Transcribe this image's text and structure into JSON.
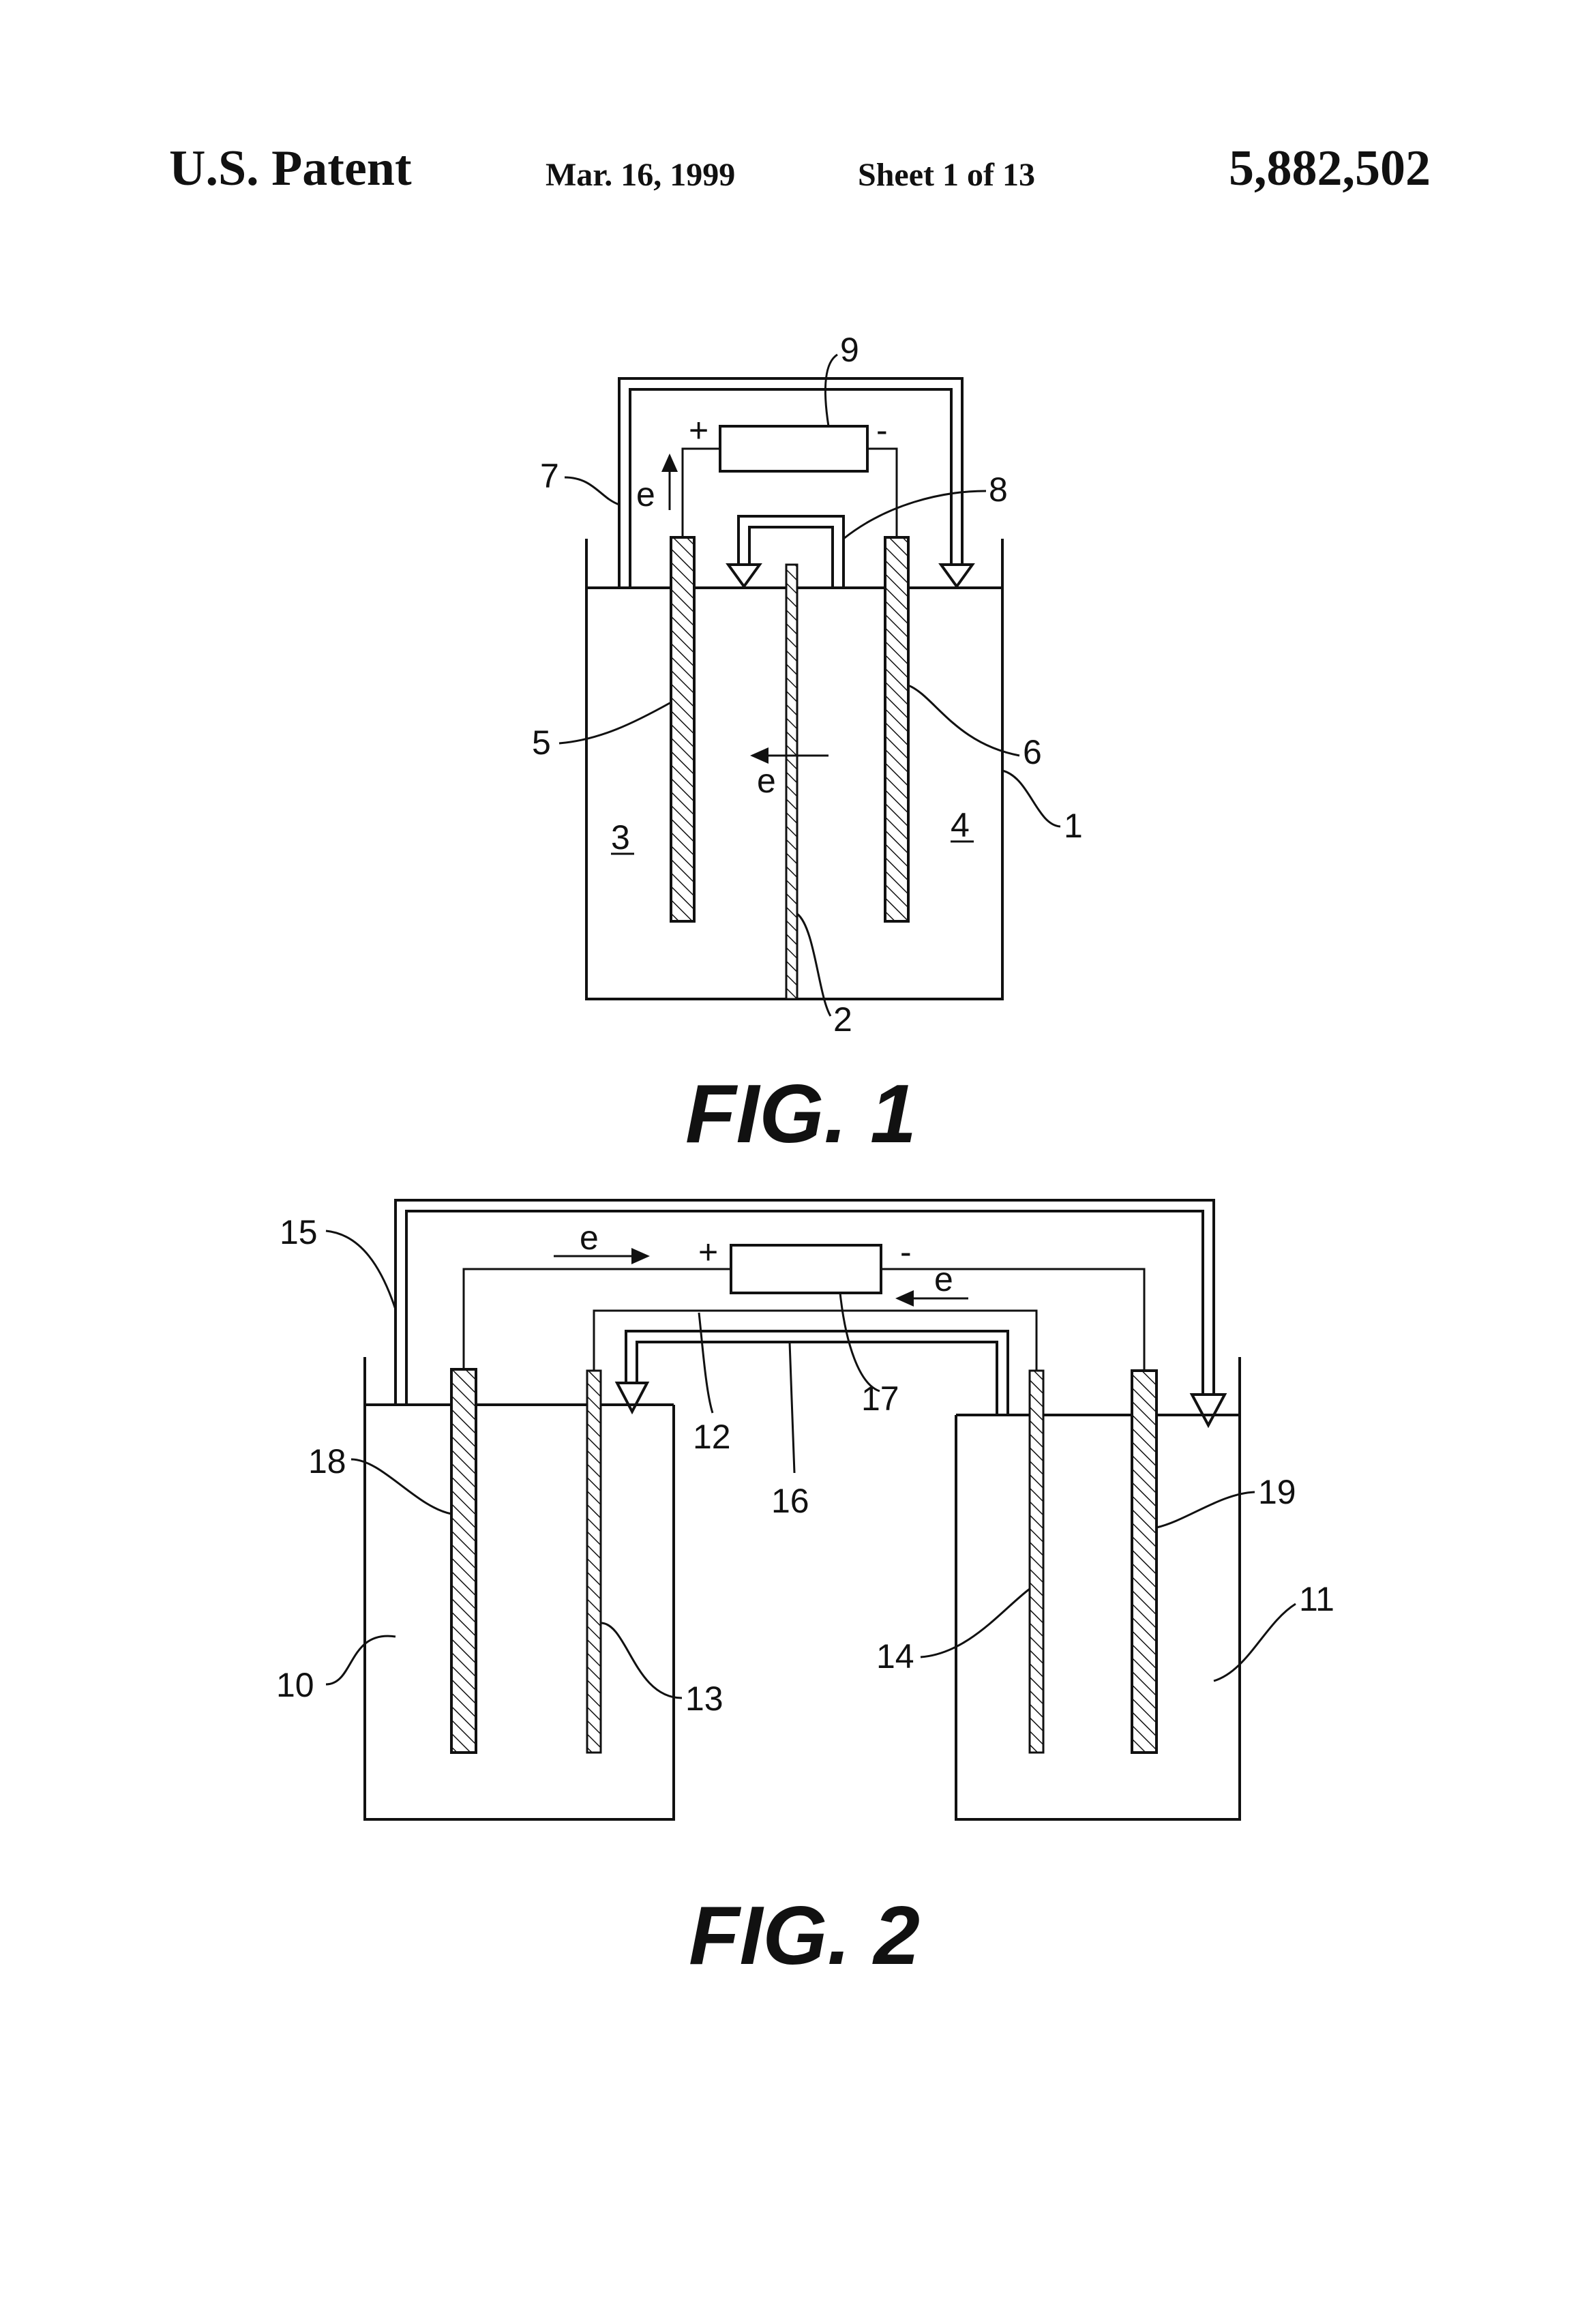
{
  "header": {
    "left": "U.S. Patent",
    "date": "Mar. 16, 1999",
    "sheet": "Sheet 1 of 13",
    "patent_number": "5,882,502"
  },
  "fig1": {
    "caption": "FIG. 1",
    "labels": {
      "n1": "1",
      "n2": "2",
      "n3": "3",
      "n4": "4",
      "n5": "5",
      "n6": "6",
      "n7": "7",
      "n8": "8",
      "n9": "9",
      "plus": "+",
      "minus": "-",
      "e_top": "e",
      "e_mid": "e"
    }
  },
  "fig2": {
    "caption": "FIG. 2",
    "labels": {
      "n10": "10",
      "n11": "11",
      "n12": "12",
      "n13": "13",
      "n14": "14",
      "n15": "15",
      "n16": "16",
      "n17": "17",
      "n18": "18",
      "n19": "19",
      "plus": "+",
      "minus": "-",
      "e_left": "e",
      "e_right": "e"
    }
  }
}
